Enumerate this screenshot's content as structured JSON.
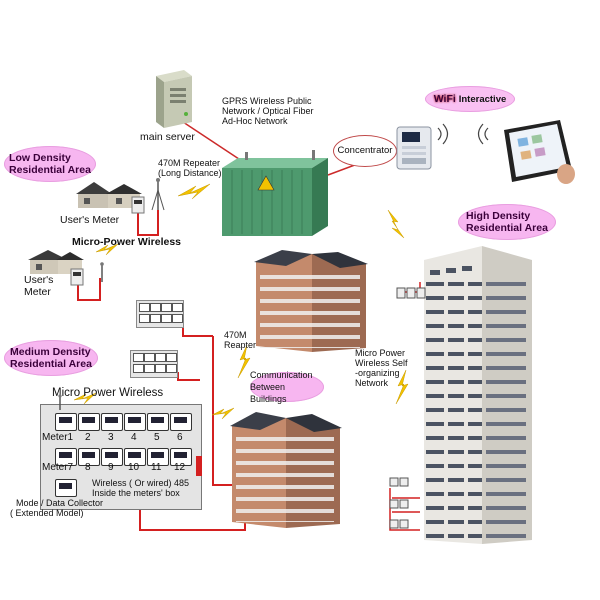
{
  "labels": {
    "main_server": "main server",
    "gprs_line1": "GPRS Wireless Public",
    "gprs_line2": "Network / Optical Fiber",
    "gprs_line3": "Ad-Hoc Network",
    "concentrator": "Concentrator",
    "wifi": "WiFi",
    "interactive": "Interactive",
    "low_density_line1": "Low Density",
    "low_density_line2": "Residential Area",
    "repeater_line1": "470M Repeater",
    "repeater_line2": "(Long Distance)",
    "users_meter_1": "User's Meter",
    "micro_power_wireless_1": "Micro-Power Wireless",
    "users_meter_2_line1": "User's",
    "users_meter_2_line2": "Meter",
    "high_density_line1": "High Density",
    "high_density_line2": "Residential Area",
    "reapter_line1": "470M",
    "reapter_line2": "Reapter",
    "medium_density_line1": "Medium Density",
    "medium_density_line2": "Residential Area",
    "micro_power_wireless_2": "Micro Power Wireless",
    "comm_line1": "Communication",
    "comm_line2": "Between Buildings",
    "self_org_line1": "Micro Power",
    "self_org_line2": "Wireless Self",
    "self_org_line3": "-organizing",
    "self_org_line4": "Network",
    "meters_row1": [
      "Meter1",
      "2",
      "3",
      "4",
      "5",
      "6"
    ],
    "meters_row2": [
      "Meter7",
      "8",
      "9",
      "10",
      "11",
      "12"
    ],
    "wired_line1": "Wireless ( Or wired) 485",
    "wired_line2": "Inside the meters' box",
    "collector_line1": "Mode / Data Collector",
    "collector_line2": "( Extended Model)"
  },
  "colors": {
    "cloud_pink": "#f7b6f0",
    "wire_red": "#d42020",
    "bolt_yellow": "#f2c200",
    "transformer_green": "#4e9a6e"
  }
}
